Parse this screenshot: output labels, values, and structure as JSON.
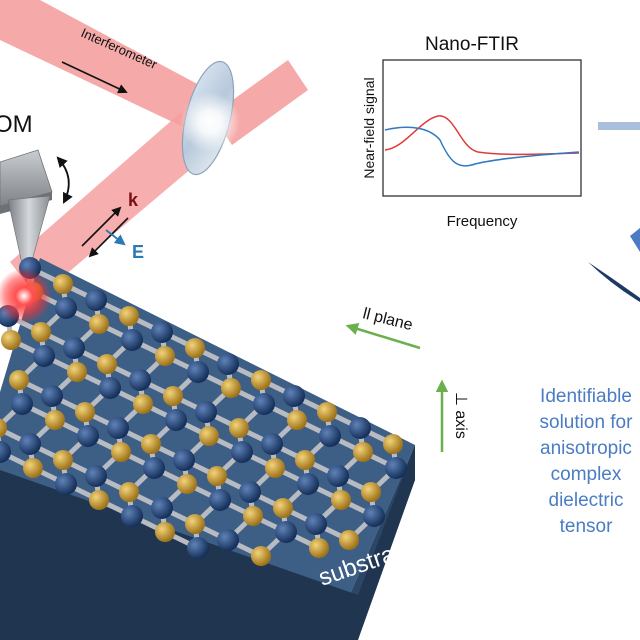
{
  "labels": {
    "interferometer": "Interferometer",
    "afm_partial": "OM",
    "k_vector": "k",
    "e_field": "E",
    "in_plane": "ll plane",
    "out_of_plane": "⊥ axis",
    "substrate": "substrate"
  },
  "inset": {
    "title": "Nano-FTIR",
    "ylabel": "Near-field signal",
    "xlabel": "Frequency"
  },
  "solution_text": {
    "line1": "Identifiable",
    "line2": "solution for",
    "line3": "anisotropic",
    "line4": "complex",
    "line5": "dielectric",
    "line6": "tensor"
  },
  "colors": {
    "beam": "#f4a0a0",
    "substrate_top": "#3d5f85",
    "substrate_front": "#1f3550",
    "substrate_side": "#2b4666",
    "atom_dark": "#1d3a66",
    "atom_gold": "#c9982a",
    "bond": "#b8bcc2",
    "arrow_green": "#6ab04c",
    "e_field_blue": "#2a7ab8",
    "text_blue": "#4a7cc4",
    "curve_red": "#e03a3a",
    "curve_blue": "#2f7ac0"
  }
}
